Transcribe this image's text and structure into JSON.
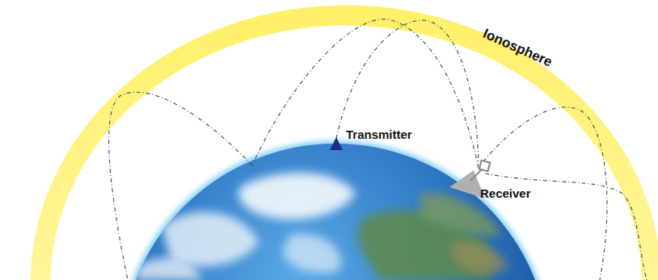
{
  "diagram": {
    "labels": [
      "Ionosphere",
      "Transmitter",
      "Receiver"
    ]
  }
}
